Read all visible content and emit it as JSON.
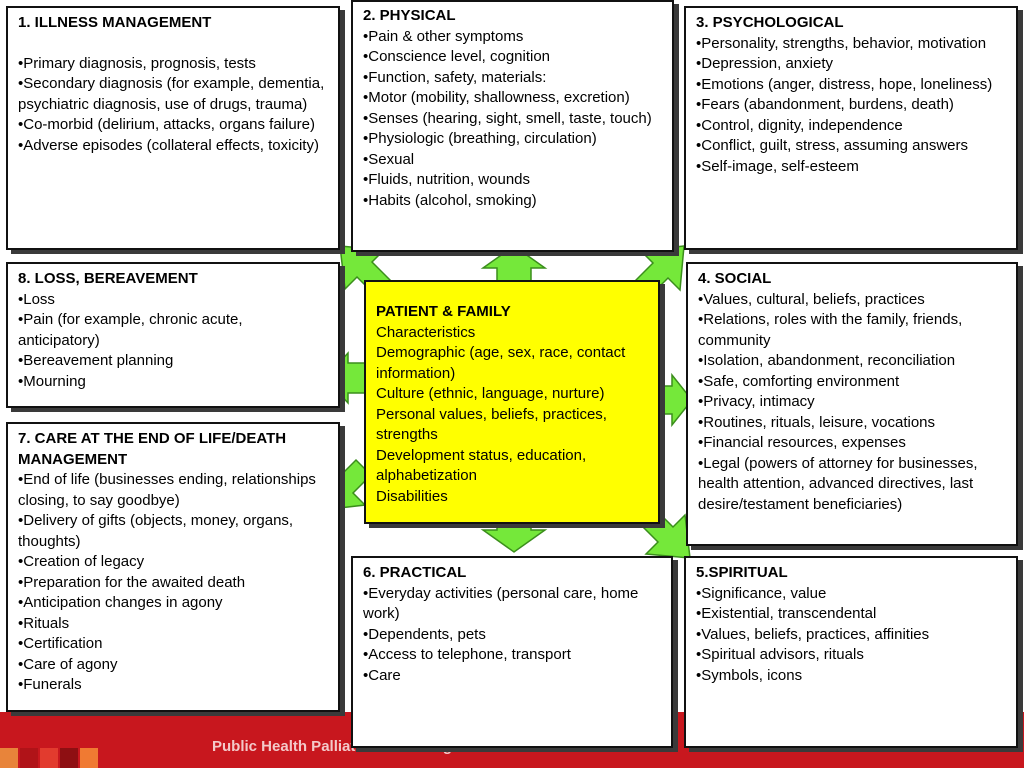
{
  "footer": {
    "text": "Public Health Palliative Care Programmes"
  },
  "colors": {
    "footer_bar": "#c8171e",
    "center_fill": "#ffff00",
    "arrow_fill": "#75e83a"
  },
  "boxes": {
    "illness": {
      "title": "1. ILLNESS MANAGEMENT",
      "items": [
        "•Primary diagnosis, prognosis, tests",
        "•Secondary diagnosis (for example, dementia, psychiatric diagnosis, use of drugs, trauma)",
        "•Co-morbid (delirium, attacks, organs failure)",
        "•Adverse episodes (collateral effects, toxicity)"
      ]
    },
    "physical": {
      "title": "2. PHYSICAL",
      "items": [
        "•Pain & other symptoms",
        "•Conscience level, cognition",
        "•Function, safety, materials:",
        "•Motor (mobility, shallowness, excretion)",
        "•Senses (hearing, sight, smell, taste, touch)",
        "•Physiologic (breathing, circulation)",
        "•Sexual",
        "•Fluids, nutrition, wounds",
        "•Habits (alcohol, smoking)"
      ]
    },
    "psychological": {
      "title": "3. PSYCHOLOGICAL",
      "items": [
        "•Personality, strengths, behavior, motivation",
        "•Depression, anxiety",
        "•Emotions (anger, distress, hope, loneliness)",
        "•Fears (abandonment, burdens, death)",
        "•Control, dignity, independence",
        "•Conflict, guilt, stress, assuming answers",
        "•Self-image, self-esteem"
      ]
    },
    "loss": {
      "title": "8. LOSS, BEREAVEMENT",
      "items": [
        "•Loss",
        "•Pain (for example, chronic acute, anticipatory)",
        "•Bereavement planning",
        "•Mourning"
      ]
    },
    "center": {
      "title": "PATIENT & FAMILY",
      "items": [
        "Characteristics",
        "Demographic (age, sex, race, contact information)",
        "Culture (ethnic, language, nurture)",
        "Personal values, beliefs, practices, strengths",
        "Development status, education, alphabetization",
        "Disabilities"
      ]
    },
    "social": {
      "title": "4. SOCIAL",
      "items": [
        "•Values, cultural, beliefs, practices",
        "•Relations, roles with the family, friends, community",
        "•Isolation, abandonment, reconciliation",
        "•Safe, comforting environment",
        "•Privacy, intimacy",
        "•Routines, rituals, leisure, vocations",
        "•Financial resources, expenses",
        "•Legal (powers of attorney for businesses, health attention, advanced directives, last desire/testament beneficiaries)"
      ]
    },
    "care": {
      "title": "7. CARE AT THE END OF LIFE/DEATH MANAGEMENT",
      "items": [
        "•End of life (businesses ending, relationships closing, to say goodbye)",
        "•Delivery of gifts (objects, money, organs, thoughts)",
        "•Creation of legacy",
        "•Preparation for the  awaited  death",
        "•Anticipation changes in agony",
        "•Rituals",
        "•Certification",
        "•Care of agony",
        "•Funerals"
      ]
    },
    "practical": {
      "title": "6. PRACTICAL",
      "items": [
        "•Everyday activities (personal care, home work)",
        "•Dependents, pets",
        "•Access to telephone, transport",
        "•Care"
      ]
    },
    "spiritual": {
      "title": "5.SPIRITUAL",
      "items": [
        "•Significance, value",
        "•Existential, transcendental",
        "•Values, beliefs, practices, affinities",
        "•Spiritual advisors, rituals",
        "•Symbols, icons"
      ]
    }
  }
}
